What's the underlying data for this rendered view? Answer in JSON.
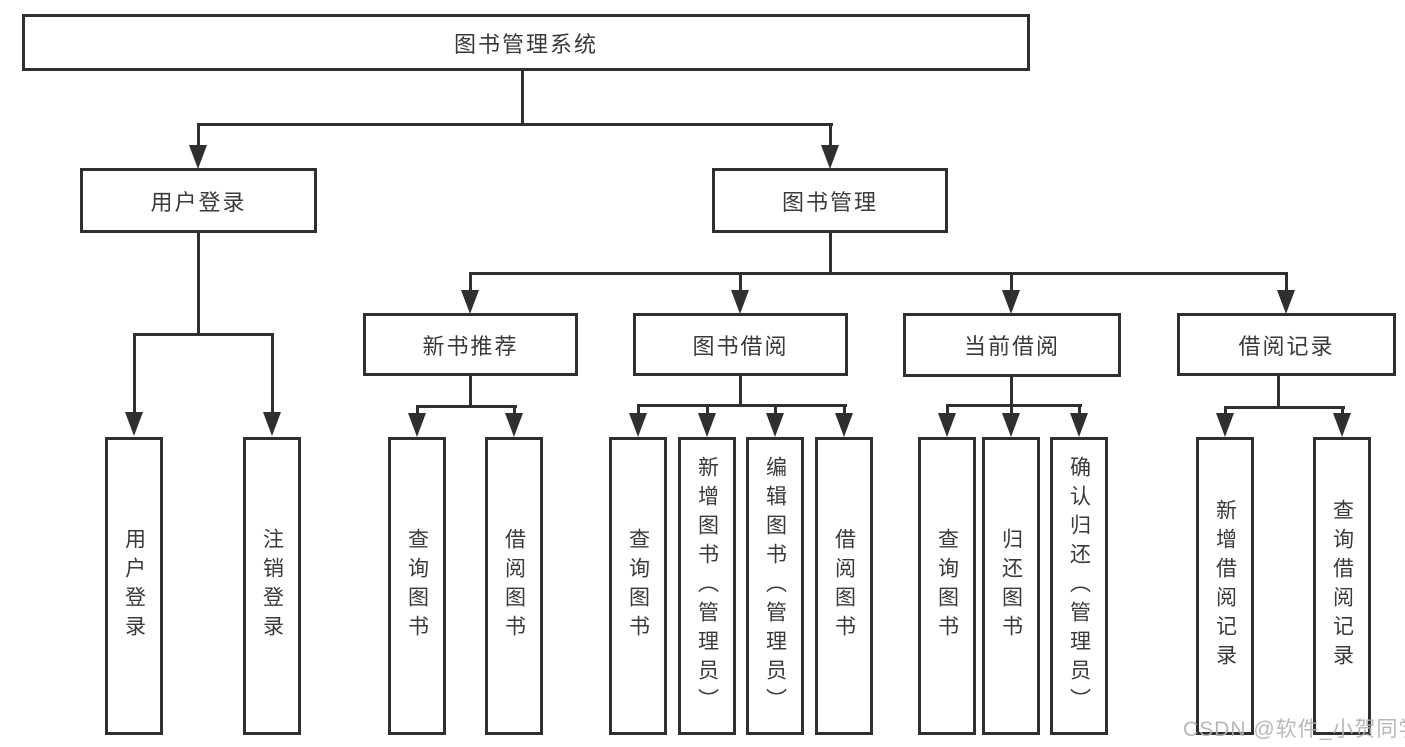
{
  "diagram": {
    "type": "hierarchy-tree",
    "root": {
      "label": "图书管理系统"
    },
    "level2": {
      "user_login": {
        "label": "用户登录"
      },
      "book_mgmt": {
        "label": "图书管理"
      }
    },
    "level3": {
      "new_book_rec": {
        "label": "新书推荐"
      },
      "book_borrow": {
        "label": "图书借阅"
      },
      "current_borrow": {
        "label": "当前借阅"
      },
      "borrow_records": {
        "label": "借阅记录"
      }
    },
    "leaves": {
      "user_login_leaf": {
        "label": "用户登录"
      },
      "logout": {
        "label": "注销登录"
      },
      "nb_query": {
        "label": "查询图书"
      },
      "nb_borrow": {
        "label": "借阅图书"
      },
      "bb_query": {
        "label": "查询图书"
      },
      "bb_add": {
        "label": "新增图书（管理员）"
      },
      "bb_edit": {
        "label": "编辑图书（管理员）"
      },
      "bb_borrow": {
        "label": "借阅图书"
      },
      "cb_query": {
        "label": "查询图书"
      },
      "cb_return": {
        "label": "归还图书"
      },
      "cb_confirm": {
        "label": "确认归还（管理员）"
      },
      "br_add": {
        "label": "新增借阅记录"
      },
      "br_query": {
        "label": "查询借阅记录"
      }
    },
    "structure": {
      "图书管理系统": {
        "用户登录": [
          "用户登录",
          "注销登录"
        ],
        "图书管理": {
          "新书推荐": [
            "查询图书",
            "借阅图书"
          ],
          "图书借阅": [
            "查询图书",
            "新增图书（管理员）",
            "编辑图书（管理员）",
            "借阅图书"
          ],
          "当前借阅": [
            "查询图书",
            "归还图书",
            "确认归还（管理员）"
          ],
          "借阅记录": [
            "新增借阅记录",
            "查询借阅记录"
          ]
        }
      }
    },
    "watermark": "CSDN @软件_小贺同学",
    "colors": {
      "line": "#2f2f2f",
      "text": "#3a3a3a",
      "watermark": "#b3b3b3",
      "background": "#ffffff"
    }
  }
}
